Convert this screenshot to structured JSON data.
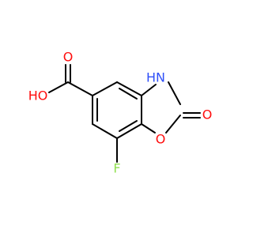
{
  "molecule": {
    "atoms": {
      "hydroxyl": {
        "label": "HO",
        "color": "#ff0d0d"
      },
      "carbonyl_oxygen": {
        "label": "O",
        "color": "#ff0d0d"
      },
      "ring_oxygen": {
        "label": "O",
        "color": "#ff0d0d"
      },
      "lactam_oxygen": {
        "label": "O",
        "color": "#ff0d0d"
      },
      "nitrogen": {
        "label": "N",
        "color": "#3050f8"
      },
      "nitrogen_h": {
        "label": "H",
        "color": "#3050f8"
      },
      "fluorine": {
        "label": "F",
        "color": "#90e050"
      }
    },
    "bond_color": "#000000"
  }
}
